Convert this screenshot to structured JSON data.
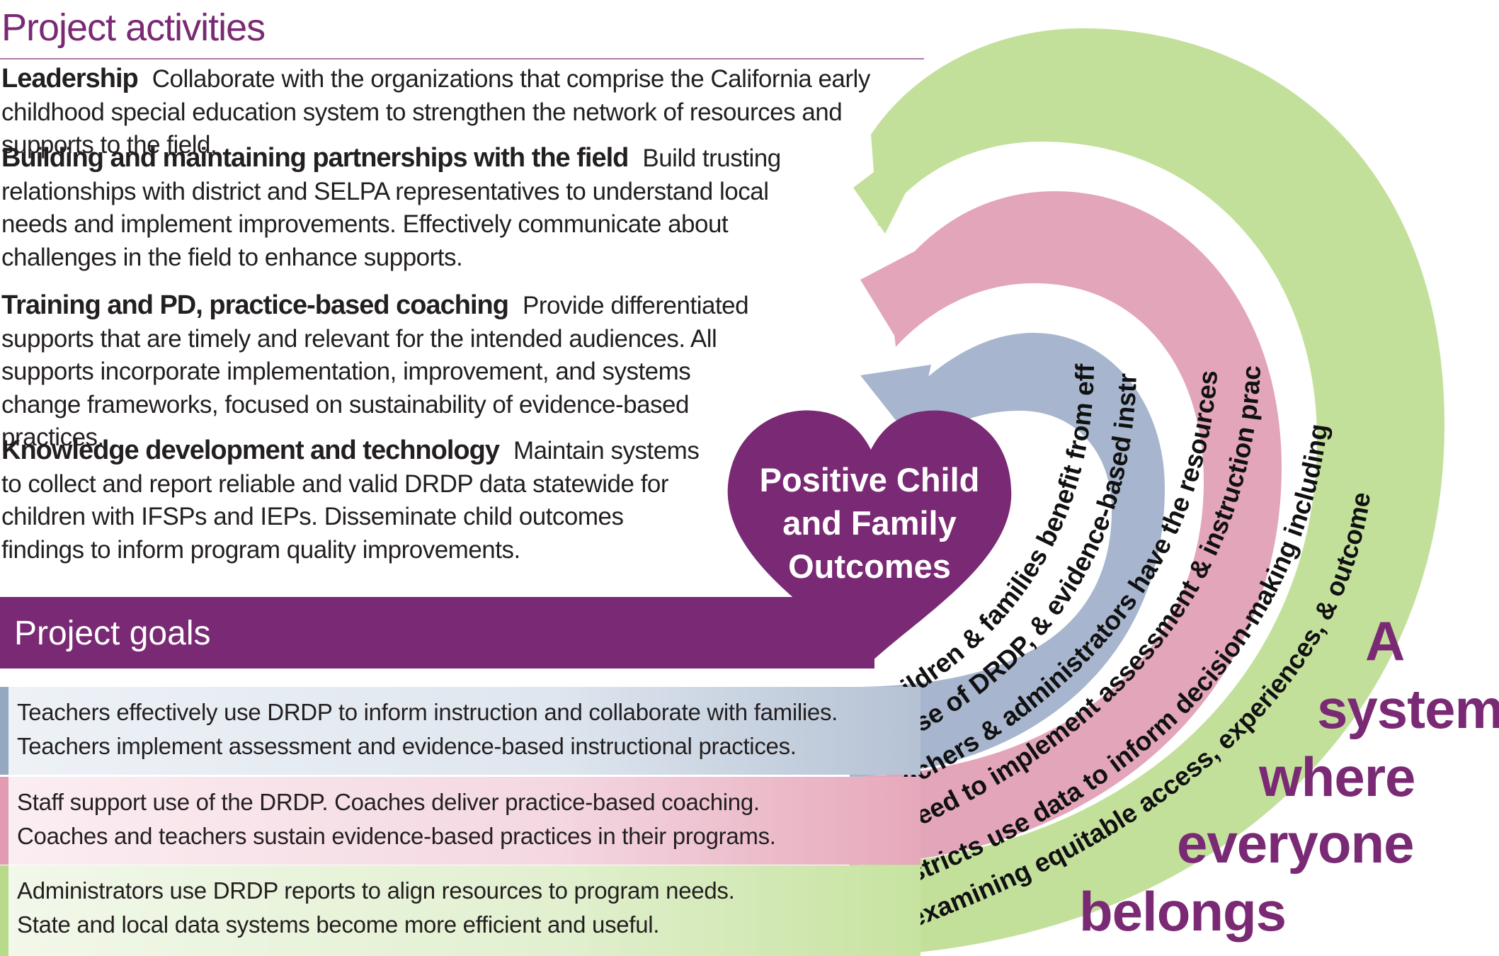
{
  "activities": {
    "title": "Project activities",
    "items": [
      {
        "heading": "Leadership",
        "text": "Collaborate with the organizations that comprise the California early childhood special education system to strengthen the network of resources and supports to the field."
      },
      {
        "heading": "Building and maintaining partnerships with the field",
        "text": "Build trusting relationships with district and SELPA representatives to understand local needs and implement improvements. Effectively communicate about challenges in the field to enhance supports."
      },
      {
        "heading": "Training and PD, practice-based coaching",
        "text": "Provide differentiated supports that are timely and relevant for the intended audiences. All supports incorporate implementation, improvement, and systems change frameworks, focused on sustainability of evidence-based practices."
      },
      {
        "heading": "Knowledge development and technology",
        "text": "Maintain systems to collect and report reliable and valid DRDP data statewide for children with IFSPs and IEPs. Disseminate child outcomes findings to inform program quality improvements."
      }
    ]
  },
  "goals": {
    "title": "Project goals",
    "rows": [
      {
        "line1": "Teachers effectively use DRDP to inform instruction and collaborate with families.",
        "line2": "Teachers implement assessment and evidence-based instructional practices.",
        "color": "#94a8c2"
      },
      {
        "line1": "Staff support use of the DRDP. Coaches deliver practice-based coaching.",
        "line2": "Coaches and teachers sustain evidence-based practices in their programs.",
        "color": "#e29bb2"
      },
      {
        "line1": "Administrators use DRDP reports to align resources to program needs.",
        "line2": "State and local data systems become more efficient and useful.",
        "color": "#b7db8b"
      }
    ]
  },
  "heart": {
    "line1": "Positive Child",
    "line2": "and Family",
    "line3": "Outcomes",
    "color": "#7a2a74"
  },
  "arcs": [
    {
      "line1": "Children & families benefit from effective",
      "line2": "use of DRDP, & evidence-based instruction",
      "color": "#a7b6ce"
    },
    {
      "line1": "Teachers & administrators have the resources they",
      "line2": "need to implement assessment & instruction practices",
      "color": "#e3a5b9"
    },
    {
      "line1": "Districts use data to inform decision-making including",
      "line2": "examining equitable access, experiences, & outcomes",
      "color": "#c3e09b"
    }
  ],
  "tagline": {
    "words": [
      "A",
      "system",
      "where",
      "everyone",
      "belongs"
    ],
    "color": "#7a2a74"
  }
}
